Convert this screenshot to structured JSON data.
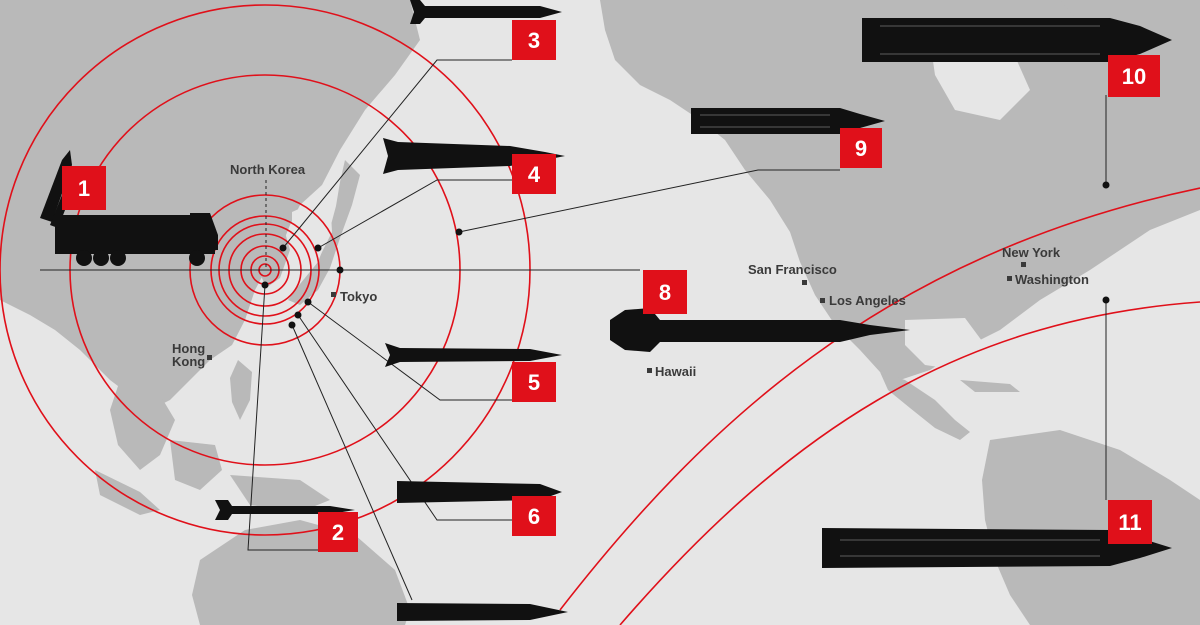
{
  "map": {
    "labels": {
      "north_korea": "North Korea",
      "tokyo": "Tokyo",
      "hong_kong_line1": "Hong",
      "hong_kong_line2": "Kong",
      "hawaii": "Hawaii",
      "san_francisco": "San Francisco",
      "los_angeles": "Los Angeles",
      "new_york": "New York",
      "washington": "Washington"
    },
    "colors": {
      "ocean": "#e6e6e6",
      "land": "#b9b9b9",
      "range_ring": "#e0101a",
      "leader_line": "#222222",
      "missile": "#111111",
      "badge": "#e0101a"
    }
  },
  "missiles": [
    {
      "id": 1,
      "badge": "1",
      "icon": "mobile-launcher-truck-icon"
    },
    {
      "id": 2,
      "badge": "2",
      "icon": "missile-icon"
    },
    {
      "id": 3,
      "badge": "3",
      "icon": "missile-icon"
    },
    {
      "id": 4,
      "badge": "4",
      "icon": "missile-icon"
    },
    {
      "id": 5,
      "badge": "5",
      "icon": "missile-icon"
    },
    {
      "id": 6,
      "badge": "6",
      "icon": "missile-icon"
    },
    {
      "id": 7,
      "badge": "",
      "icon": "missile-icon"
    },
    {
      "id": 8,
      "badge": "8",
      "icon": "missile-icon"
    },
    {
      "id": 9,
      "badge": "9",
      "icon": "missile-icon"
    },
    {
      "id": 10,
      "badge": "10",
      "icon": "missile-icon"
    },
    {
      "id": 11,
      "badge": "11",
      "icon": "missile-icon"
    }
  ]
}
